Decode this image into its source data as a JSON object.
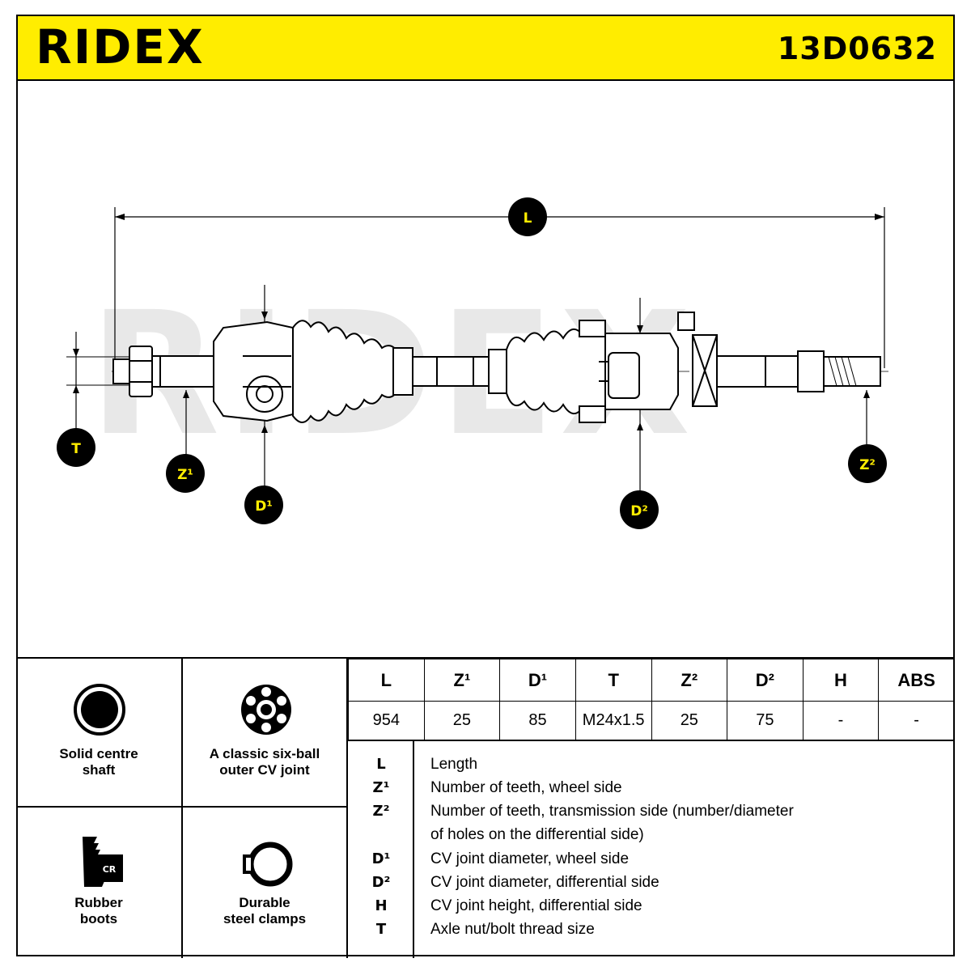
{
  "brand": "RIDEX",
  "part_number": "13D0632",
  "drawing": {
    "badges": [
      "L",
      "T",
      "Z¹",
      "D¹",
      "D²",
      "Z²"
    ],
    "watermark": "RIDEX"
  },
  "features": [
    {
      "label_1": "Solid centre",
      "label_2": "shaft",
      "icon": "solid-circle-icon"
    },
    {
      "label_1": "A classic six-ball",
      "label_2": "outer CV joint",
      "icon": "six-ball-joint-icon"
    },
    {
      "label_1": "Rubber",
      "label_2": "boots",
      "icon": "rubber-boot-cr-icon",
      "icon_text": "CR"
    },
    {
      "label_1": "Durable",
      "label_2": "steel clamps",
      "icon": "steel-clamp-icon"
    }
  ],
  "spec_table": {
    "headers": [
      "L",
      "Z¹",
      "D¹",
      "T",
      "Z²",
      "D²",
      "H",
      "ABS"
    ],
    "values": [
      "954",
      "25",
      "85",
      "M24x1.5",
      "25",
      "75",
      "-",
      "-"
    ]
  },
  "legend": [
    {
      "symbol": "L",
      "desc": "Length"
    },
    {
      "symbol": "Z¹",
      "desc": "Number of teeth, wheel side"
    },
    {
      "symbol": "Z²",
      "desc": "Number of teeth, transmission side (number/diameter"
    },
    {
      "symbol": "",
      "desc": "of holes on the differential side)"
    },
    {
      "symbol": "D¹",
      "desc": "CV joint diameter, wheel side"
    },
    {
      "symbol": "D²",
      "desc": "CV joint diameter, differential side"
    },
    {
      "symbol": "H",
      "desc": "CV joint height, differential side"
    },
    {
      "symbol": "T",
      "desc": "Axle nut/bolt thread size"
    }
  ],
  "colors": {
    "brand_yellow": "#ffed00",
    "ink": "#000000",
    "watermark": "#e6e6e6"
  }
}
